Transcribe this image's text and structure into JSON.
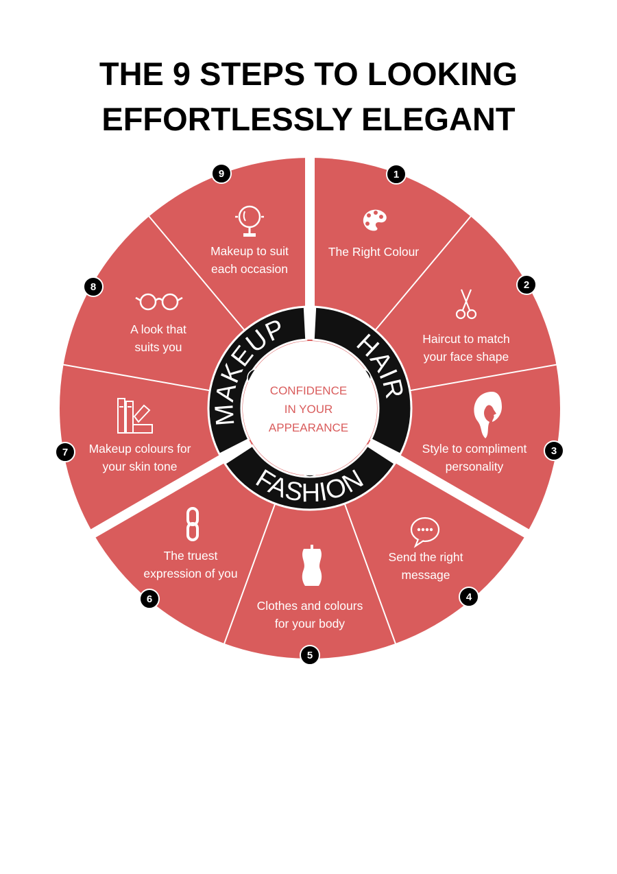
{
  "title": {
    "line1": "THE 9 STEPS TO LOOKING",
    "line2": "EFFORTLESSLY ELEGANT"
  },
  "center": {
    "lines": [
      "CONFIDENCE",
      "IN YOUR",
      "APPEARANCE"
    ]
  },
  "categories": [
    {
      "number": "1",
      "label": "HAIR"
    },
    {
      "number": "2",
      "label": "FASHION"
    },
    {
      "number": "3",
      "label": "MAKEUP"
    }
  ],
  "steps": [
    {
      "number": "1",
      "lines": [
        "The Right Colour"
      ],
      "icon": "palette-icon"
    },
    {
      "number": "2",
      "lines": [
        "Haircut to match",
        "your face shape"
      ],
      "icon": "scissors-icon"
    },
    {
      "number": "3",
      "lines": [
        "Style to compliment",
        "personality"
      ],
      "icon": "woman-profile-icon"
    },
    {
      "number": "4",
      "lines": [
        "Send the right",
        "message"
      ],
      "icon": "speech-bubble-icon"
    },
    {
      "number": "5",
      "lines": [
        "Clothes and colours",
        "for your body"
      ],
      "icon": "dress-form-icon"
    },
    {
      "number": "6",
      "lines": [
        "The truest",
        "expression of you"
      ],
      "icon": "chain-link-icon"
    },
    {
      "number": "7",
      "lines": [
        "Makeup colours for",
        "your skin tone"
      ],
      "icon": "color-swatch-icon"
    },
    {
      "number": "8",
      "lines": [
        "A look that",
        "suits you"
      ],
      "icon": "glasses-icon"
    },
    {
      "number": "9",
      "lines": [
        "Makeup to suit",
        "each occasion"
      ],
      "icon": "vanity-mirror-icon"
    }
  ],
  "colors": {
    "segment": "#d95c5c",
    "ring": "#111111",
    "badge": "#000000",
    "divider": "#ffffff"
  }
}
